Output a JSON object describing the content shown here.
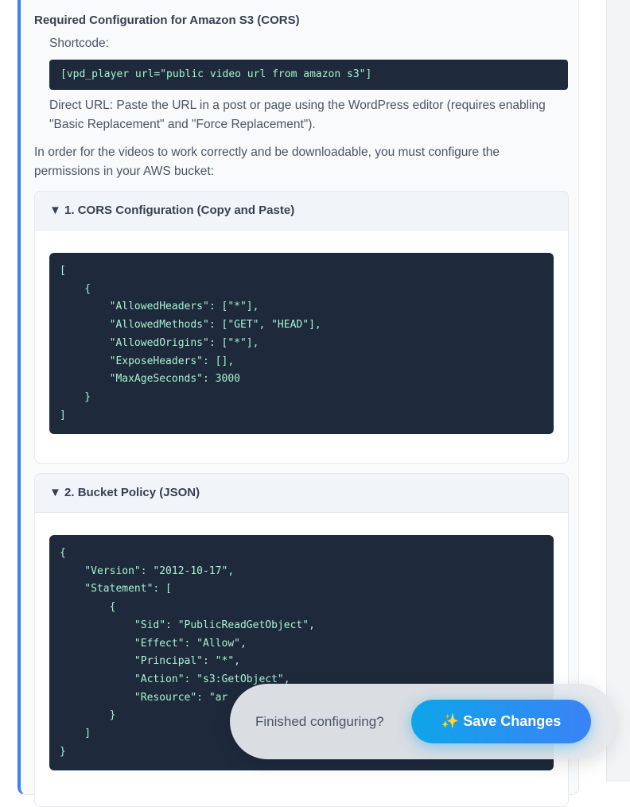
{
  "section": {
    "title": "Required Configuration for Amazon S3 (CORS)",
    "shortcode_label": "Shortcode:",
    "shortcode": "[vpd_player url=\"public video url from amazon s3\"]",
    "direct_url_line1": "Direct URL: Paste the URL in a post or page using the WordPress editor (requires enabling",
    "direct_url_line2": "\"Basic Replacement\" and \"Force Replacement\").",
    "intro_line1": "In order for the videos to work correctly and be downloadable, you must configure the",
    "intro_line2": "permissions in your AWS bucket:"
  },
  "panels": [
    {
      "summary": "▼ 1. CORS Configuration (Copy and Paste)",
      "code": "[\n    {\n        \"AllowedHeaders\": [\"*\"],\n        \"AllowedMethods\": [\"GET\", \"HEAD\"],\n        \"AllowedOrigins\": [\"*\"],\n        \"ExposeHeaders\": [],\n        \"MaxAgeSeconds\": 3000\n    }\n]"
    },
    {
      "summary": "▼ 2. Bucket Policy (JSON)",
      "code": "{\n    \"Version\": \"2012-10-17\",\n    \"Statement\": [\n        {\n            \"Sid\": \"PublicReadGetObject\",\n            \"Effect\": \"Allow\",\n            \"Principal\": \"*\",\n            \"Action\": \"s3:GetObject\",\n            \"Resource\": \"ar\n        }\n    ]\n}"
    }
  ],
  "save_bar": {
    "label": "Finished configuring?",
    "button_icon": "✨",
    "button_label": "Save Changes"
  }
}
